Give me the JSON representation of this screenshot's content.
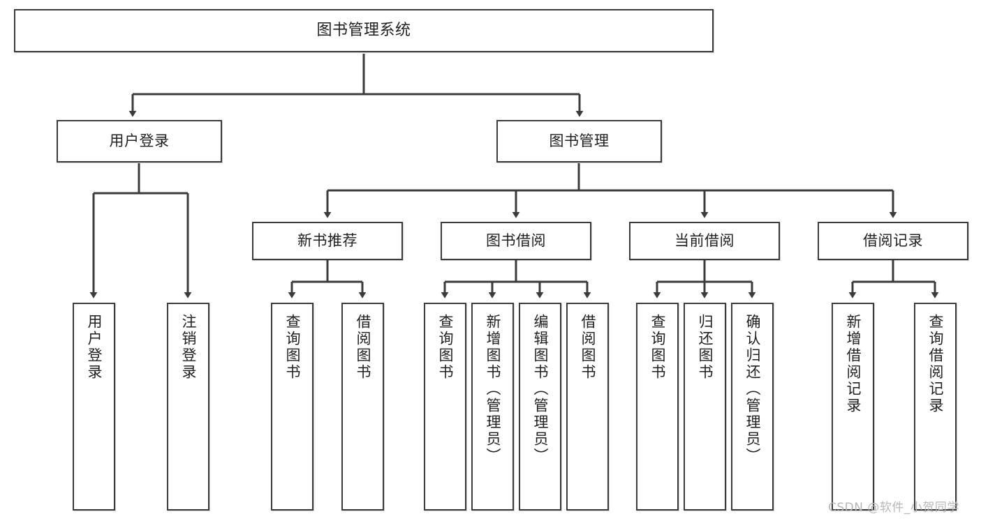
{
  "diagram": {
    "title": "图书管理系统",
    "type": "tree",
    "watermark": "CSDN @软件_小贺同学",
    "colors": {
      "box_border": "#3b3b3b",
      "box_fill": "#ffffff",
      "connector": "#3b3b3b",
      "text": "#1f1f1f",
      "watermark": "#b7b7b7"
    },
    "nodes": {
      "root": {
        "label": "图书管理系统",
        "level": 1
      },
      "l2": [
        {
          "id": "user-login",
          "label": "用户登录",
          "level": 2
        },
        {
          "id": "book-manage",
          "label": "图书管理",
          "level": 2
        }
      ],
      "l3": [
        {
          "id": "new-book-recommend",
          "label": "新书推荐",
          "level": 3,
          "parent": "book-manage"
        },
        {
          "id": "book-borrow",
          "label": "图书借阅",
          "level": 3,
          "parent": "book-manage"
        },
        {
          "id": "current-borrow",
          "label": "当前借阅",
          "level": 3,
          "parent": "book-manage"
        },
        {
          "id": "borrow-record",
          "label": "借阅记录",
          "level": 3,
          "parent": "book-manage"
        }
      ],
      "leaves": [
        {
          "id": "leaf-user-login",
          "label": "用户登录",
          "parent": "user-login"
        },
        {
          "id": "leaf-logout-login",
          "label": "注销登录",
          "parent": "user-login"
        },
        {
          "id": "leaf-query-book-1",
          "label": "查询图书",
          "parent": "new-book-recommend"
        },
        {
          "id": "leaf-borrow-book-1",
          "label": "借阅图书",
          "parent": "new-book-recommend"
        },
        {
          "id": "leaf-query-book-2",
          "label": "查询图书",
          "parent": "book-borrow"
        },
        {
          "id": "leaf-add-book",
          "label": "新增图书（管理员）",
          "parent": "book-borrow"
        },
        {
          "id": "leaf-edit-book",
          "label": "编辑图书（管理员）",
          "parent": "book-borrow"
        },
        {
          "id": "leaf-borrow-book-2",
          "label": "借阅图书",
          "parent": "book-borrow"
        },
        {
          "id": "leaf-query-book-3",
          "label": "查询图书",
          "parent": "current-borrow"
        },
        {
          "id": "leaf-return-book",
          "label": "归还图书",
          "parent": "current-borrow"
        },
        {
          "id": "leaf-confirm-return",
          "label": "确认归还（管理员）",
          "parent": "current-borrow"
        },
        {
          "id": "leaf-add-record",
          "label": "新增借阅记录",
          "parent": "borrow-record"
        },
        {
          "id": "leaf-query-record",
          "label": "查询借阅记录",
          "parent": "borrow-record"
        }
      ]
    }
  }
}
